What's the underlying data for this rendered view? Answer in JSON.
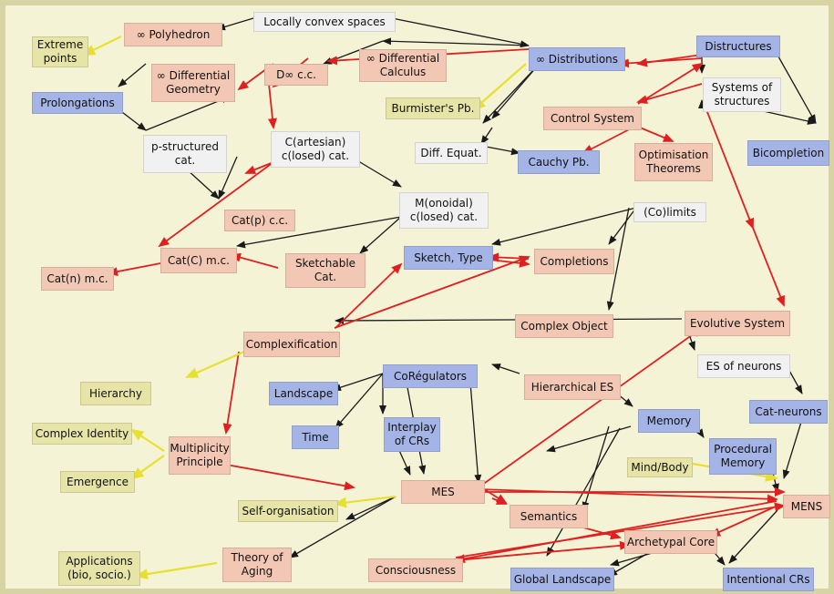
{
  "colors": {
    "black_edge": "#1a1a1a",
    "red_edge": "#e02020",
    "yellow_edge": "#e8e030",
    "salmon": "#f2c8b4",
    "blue": "#a5b4e6",
    "grey": "#f1f1f1",
    "olive": "#e7e4a8"
  },
  "nodes": {
    "locally_convex": "Locally convex spaces",
    "polyhedron": "∞ Polyhedron",
    "extreme_points": "Extreme\npoints",
    "diff_calculus": "∞ Differential\nCalculus",
    "d_cc": "D∞ c.c.",
    "distributions": "∞ Distributions",
    "distructures": "Distructures",
    "diff_geometry": "∞ Differential\nGeometry",
    "prolongations": "Prolongations",
    "systems_of_structures": "Systems of\nstructures",
    "burmister": "Burmister's Pb.",
    "control_system": "Control System",
    "p_structured": "p-structured\ncat.",
    "cartesian_closed": "C(artesian)\nc(losed) cat.",
    "diff_equat": "Diff. Equat.",
    "cauchy": "Cauchy Pb.",
    "optimisation": "Optimisation\nTheorems",
    "bicompletion": "Bicompletion",
    "monoidal_closed": "M(onoidal)\nc(losed) cat.",
    "co_limits": "(Co)limits",
    "cat_p": "Cat(p) c.c.",
    "cat_c": "Cat(C) m.c.",
    "sketchable": "Sketchable\nCat.",
    "sketch_type": "Sketch, Type",
    "completions": "Completions",
    "cat_n": "Cat(n) m.c.",
    "complex_object": "Complex Object",
    "evolutive_system": "Evolutive System",
    "complexification": "Complexification",
    "es_neurons": "ES of neurons",
    "coregulators": "CoRégulators",
    "hierarchical_es": "Hierarchical ES",
    "hierarchy": "Hierarchy",
    "landscape": "Landscape",
    "memory": "Memory",
    "cat_neurons": "Cat-neurons",
    "time": "Time",
    "interplay": "Interplay\nof CRs",
    "complex_identity": "Complex Identity",
    "multiplicity": "Multiplicity\nPrinciple",
    "procedural_memory": "Procedural\nMemory",
    "emergence": "Emergence",
    "mind_body": "Mind/Body",
    "mes": "MES",
    "self_organisation": "Self-organisation",
    "semantics": "Semantics",
    "mens": "MENS",
    "archetypal_core": "Archetypal Core",
    "applications": "Applications\n(bio, socio.)",
    "theory_aging": "Theory of\nAging",
    "consciousness": "Consciousness",
    "global_landscape": "Global Landscape",
    "intentional_crs": "Intentional CRs"
  }
}
